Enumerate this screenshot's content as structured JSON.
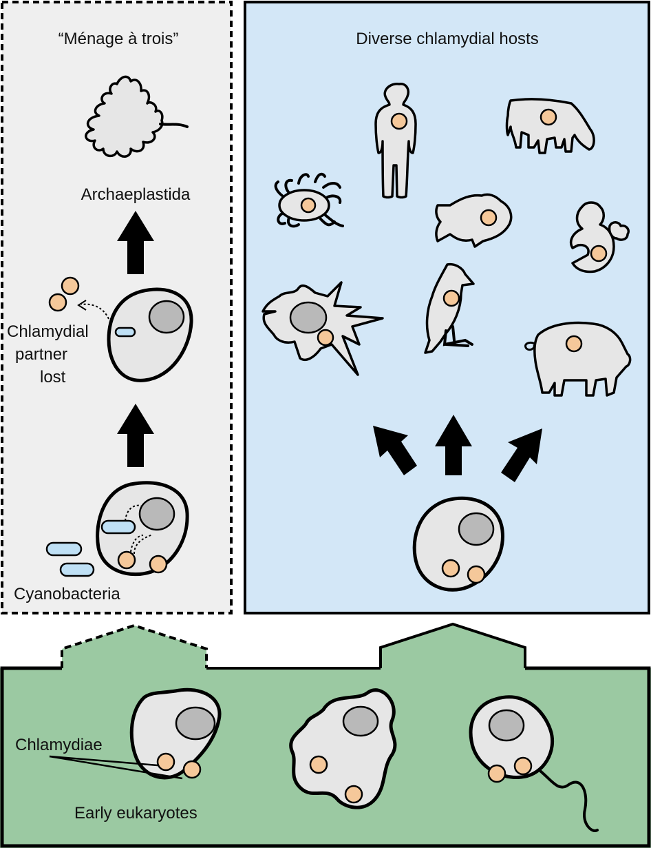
{
  "left_panel": {
    "title": "“Ménage à trois”",
    "archaeplastida_label": "Archaeplastida",
    "lost_label_lines": [
      "Chlamydial",
      "partner",
      "lost"
    ],
    "cyanobacteria_label": "Cyanobacteria"
  },
  "right_panel": {
    "title": "Diverse chlamydial hosts",
    "hosts": [
      "human-icon",
      "cow-icon",
      "tick-icon",
      "fish-icon",
      "koala-icon",
      "amoeba-icon",
      "bird-icon",
      "pig-icon"
    ]
  },
  "bottom_panel": {
    "chlamydiae_label": "Chlamydiae",
    "early_eukaryotes_label": "Early eukaryotes"
  },
  "colors": {
    "left_bg": "#efefef",
    "right_bg": "#d3e7f7",
    "bottom_bg": "#9bc9a2",
    "chlamydia": "#f5c89a",
    "cyanobacteria": "#bfe0f5",
    "cell": "#e6e6e6",
    "nucleus": "#b9b9b9"
  }
}
